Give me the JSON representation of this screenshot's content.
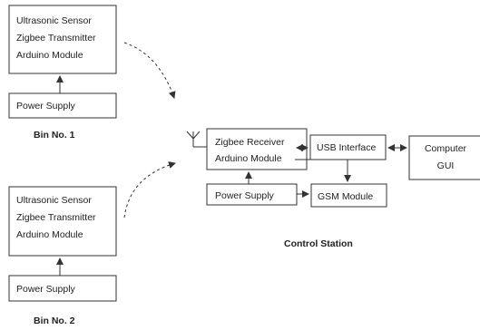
{
  "bin1": {
    "sensor_lines": [
      "Ultrasonic Sensor",
      "Zigbee Transmitter",
      "Arduino Module"
    ],
    "power": "Power Supply",
    "label": "Bin No. 1"
  },
  "bin2": {
    "sensor_lines": [
      "Ultrasonic Sensor",
      "Zigbee Transmitter",
      "Arduino Module"
    ],
    "power": "Power Supply",
    "label": "Bin No. 2"
  },
  "station": {
    "receiver_lines": [
      "Zigbee Receiver",
      "Arduino Module"
    ],
    "power": "Power Supply",
    "usb": "USB Interface",
    "gsm": "GSM Module",
    "computer_lines": [
      "Computer",
      "GUI"
    ],
    "label": "Control Station"
  }
}
